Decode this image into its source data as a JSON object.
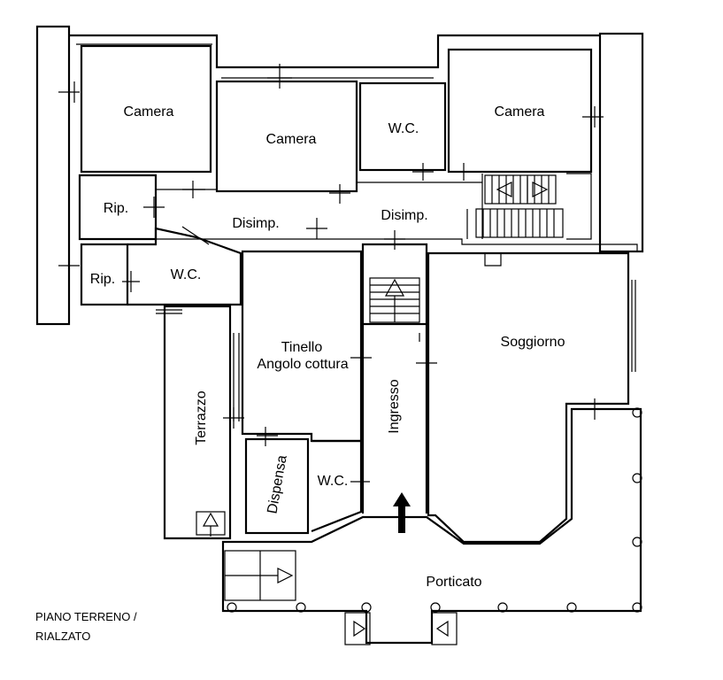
{
  "rooms": [
    {
      "id": "camera-1",
      "label": "Camera"
    },
    {
      "id": "camera-2",
      "label": "Camera"
    },
    {
      "id": "wc-1",
      "label": "W.C."
    },
    {
      "id": "camera-3",
      "label": "Camera"
    },
    {
      "id": "rip-1",
      "label": "Rip."
    },
    {
      "id": "disimp-1",
      "label": "Disimp."
    },
    {
      "id": "disimp-2",
      "label": "Disimp."
    },
    {
      "id": "rip-2",
      "label": "Rip."
    },
    {
      "id": "wc-2",
      "label": "W.C."
    },
    {
      "id": "tinello",
      "label": "Tinello"
    },
    {
      "id": "angolo-cottura",
      "label": "Angolo cottura"
    },
    {
      "id": "soggiorno",
      "label": "Soggiorno"
    },
    {
      "id": "terrazzo",
      "label": "Terrazzo"
    },
    {
      "id": "ingresso",
      "label": "Ingresso"
    },
    {
      "id": "dispensa",
      "label": "Dispensa"
    },
    {
      "id": "wc-3",
      "label": "W.C."
    },
    {
      "id": "porticato",
      "label": "Porticato"
    }
  ],
  "caption": {
    "line1": "PIANO TERRENO /",
    "line2": "RIALZATO"
  }
}
